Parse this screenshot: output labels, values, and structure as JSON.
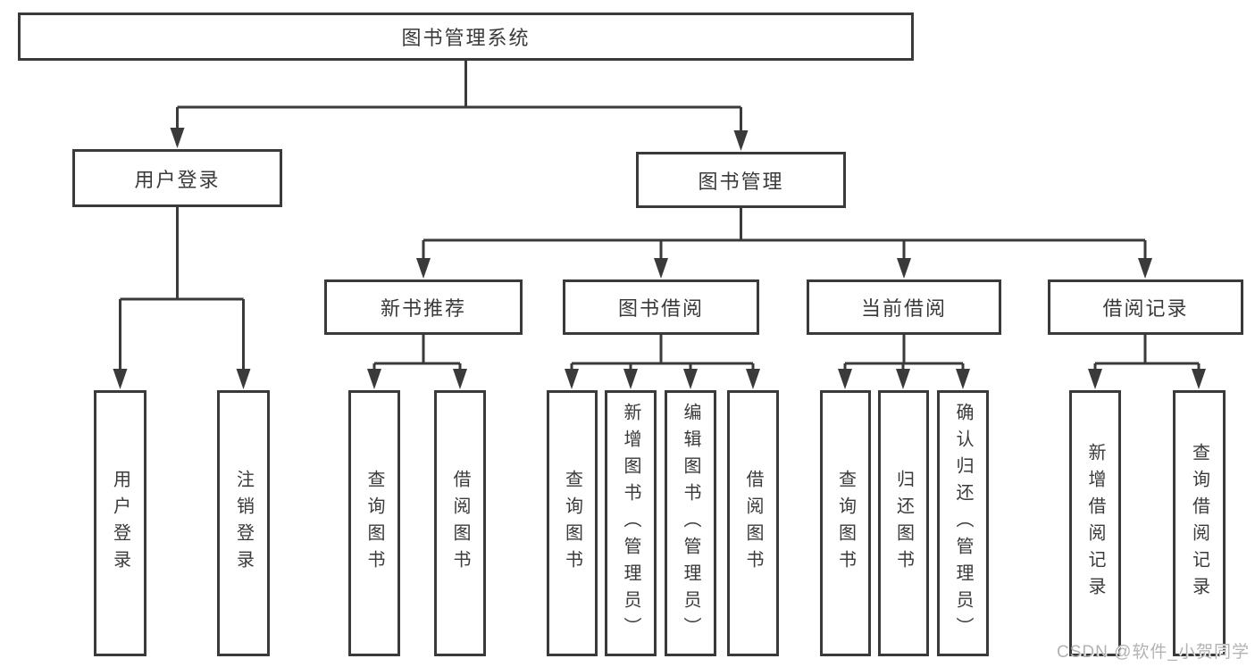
{
  "tree": {
    "root": {
      "label": "图书管理系统"
    },
    "login": {
      "label": "用户登录",
      "children": [
        {
          "label": "用户登录"
        },
        {
          "label": "注销登录"
        }
      ]
    },
    "management": {
      "label": "图书管理",
      "groups": [
        {
          "label": "新书推荐",
          "children": [
            {
              "label": "查询图书"
            },
            {
              "label": "借阅图书"
            }
          ]
        },
        {
          "label": "图书借阅",
          "children": [
            {
              "label": "查询图书"
            },
            {
              "label": "新增图书（管理员）"
            },
            {
              "label": "编辑图书（管理员）"
            },
            {
              "label": "借阅图书"
            }
          ]
        },
        {
          "label": "当前借阅",
          "children": [
            {
              "label": "查询图书"
            },
            {
              "label": "归还图书"
            },
            {
              "label": "确认归还（管理员）"
            }
          ]
        },
        {
          "label": "借阅记录",
          "children": [
            {
              "label": "新增借阅记录"
            },
            {
              "label": "查询借阅记录"
            }
          ]
        }
      ]
    }
  },
  "watermark": "CSDN @软件_小贺同学",
  "colors": {
    "line": "#3a3a3a",
    "box_border": "#3a3a3a",
    "box_fill": "#ffffff",
    "text": "#3a3a3a",
    "watermark": "#b3b3b3",
    "background": "#ffffff"
  }
}
